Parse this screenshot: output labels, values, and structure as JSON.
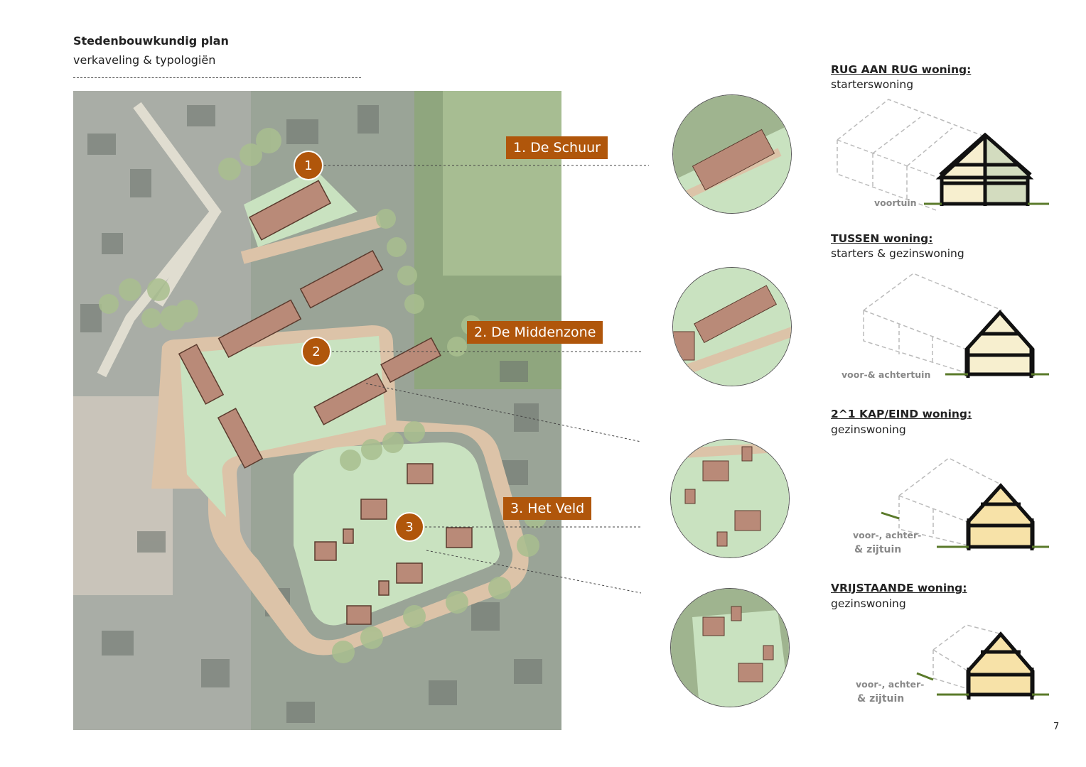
{
  "header": {
    "title": "Stedenbouwkundig plan",
    "subtitle": "verkaveling & typologiën"
  },
  "map": {
    "zones": [
      {
        "number": "1",
        "label": "1. De Schuur"
      },
      {
        "number": "2",
        "label": "2. De Middenzone"
      },
      {
        "number": "3",
        "label": "3. Het Veld"
      }
    ]
  },
  "typologies": [
    {
      "heading": "RUG AAN RUG woning:",
      "subheading": "starterswoning",
      "garden": [
        "voortuin"
      ]
    },
    {
      "heading": "TUSSEN woning:",
      "subheading": "starters & gezinswoning",
      "garden": [
        "voor-& achtertuin"
      ]
    },
    {
      "heading": "2^1 KAP/EIND woning:",
      "subheading": "gezinswoning",
      "garden": [
        "voor-, achter-",
        "& zijtuin"
      ]
    },
    {
      "heading": "VRIJSTAANDE woning:",
      "subheading": "gezinswoning",
      "garden": [
        "voor-, achter-",
        "& zijtuin"
      ]
    }
  ],
  "page_number": "7",
  "colors": {
    "accent": "#b0560b",
    "roof": "#b98a78",
    "lawn": "#c9e2c0",
    "road": "#dcc3a8",
    "house_fill": "#f7e7b8"
  }
}
